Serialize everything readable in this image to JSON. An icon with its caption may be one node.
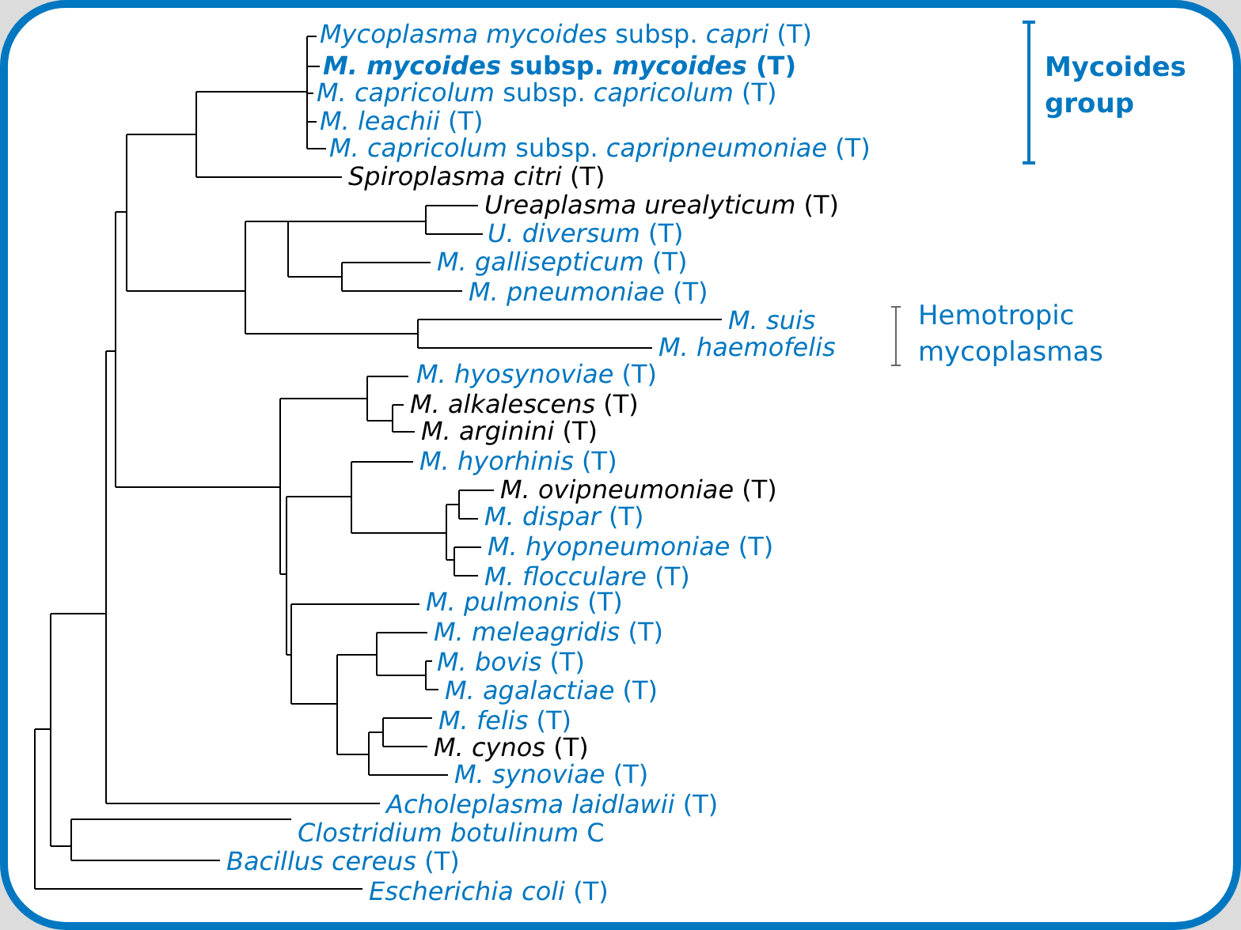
{
  "diagram": {
    "labels": [
      "*Mycoplasma mycoides* subsp. *capri* (T)",
      "*M. mycoides* subsp. *mycoides* (T)",
      "*M. capricolum* subsp. *capricolum* (T)",
      "*M. leachii* (T)",
      "*M. capricolum* subsp. *capripneumoniae* (T)",
      "*Spiroplasma citri* (T)",
      "*Ureaplasma urealyticum* (T)",
      "*U. diversum* (T)",
      "*M. gallisepticum* (T)",
      "*M. pneumoniae* (T)",
      "*M. suis*",
      "*M. haemofelis*",
      "*M. hyosynoviae* (T)",
      "*M. alkalescens* (T)",
      "*M. arginini* (T)",
      "*M. hyorhinis* (T)",
      "*M. ovipneumoniae* (T)",
      "*M. dispar* (T)",
      "*M. hyopneumoniae* (T)",
      "*M. flocculare* (T)",
      "*M. pulmonis* (T)",
      "*M. meleagridis* (T)",
      "*M. bovis* (T)",
      "*M. agalactiae* (T)",
      "*M. felis* (T)",
      "*M. cynos* (T)",
      "*M. synoviae* (T)",
      "*Acholeplasma laidlawii* (T)",
      "*Clostridium botulinum* C",
      "*Bacillus cereus* (T)",
      "*Escherichia coli* (T)",
      "Mycoides group",
      "Hemotropic mycoplasmas"
    ]
  }
}
